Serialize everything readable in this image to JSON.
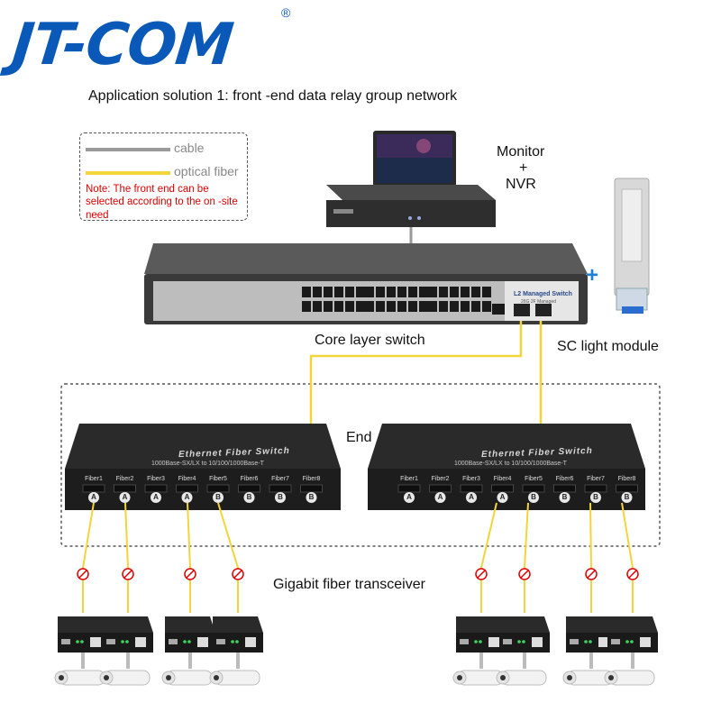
{
  "brand": {
    "logo_text": "JT-COM",
    "registered_mark": "®"
  },
  "title": "Application solution 1: front -end data relay group network",
  "legend": {
    "cable_label": "cable",
    "fiber_label": "optical fiber",
    "note": "Note: The front end can be selected according to the on -site need"
  },
  "labels": {
    "monitor": "Monitor",
    "plus": "+",
    "nvr": "NVR",
    "core_switch": "Core layer switch",
    "sc_module": "SC light module",
    "end": "End",
    "transceiver": "Gigabit fiber transceiver",
    "module_plus": "+"
  },
  "core_switch": {
    "panel_label": "L2 Managed Switch",
    "panel_sub": "26G 2F Managed"
  },
  "fiber_switches": [
    {
      "name": "Ethernet Fiber Switch",
      "sub": "1000Base-SX/LX to 10/100/1000Base-T",
      "ports": [
        "Fiber1",
        "Fiber2",
        "Fiber3",
        "Fiber4",
        "Fiber5",
        "Fiber6",
        "Fiber7",
        "Fiber8"
      ],
      "port_marks": [
        "A",
        "A",
        "A",
        "A",
        "B",
        "B",
        "B",
        "B"
      ]
    },
    {
      "name": "Ethernet Fiber Switch",
      "sub": "1000Base-SX/LX to 10/100/1000Base-T",
      "ports": [
        "Fiber1",
        "Fiber2",
        "Fiber3",
        "Fiber4",
        "Fiber5",
        "Fiber6",
        "Fiber7",
        "Fiber8"
      ],
      "port_marks": [
        "A",
        "A",
        "A",
        "A",
        "B",
        "B",
        "B",
        "B"
      ]
    }
  ],
  "colors": {
    "brand": "#0a58b8",
    "cable": "#9a9a9a",
    "fiber": "#f2d43b",
    "note": "#e00000",
    "module_plus": "#1e7fd6"
  },
  "icons": [
    "fiber-break-icon",
    "camera-icon",
    "transceiver-icon",
    "sfp-module-icon",
    "monitor-icon",
    "nvr-icon"
  ]
}
